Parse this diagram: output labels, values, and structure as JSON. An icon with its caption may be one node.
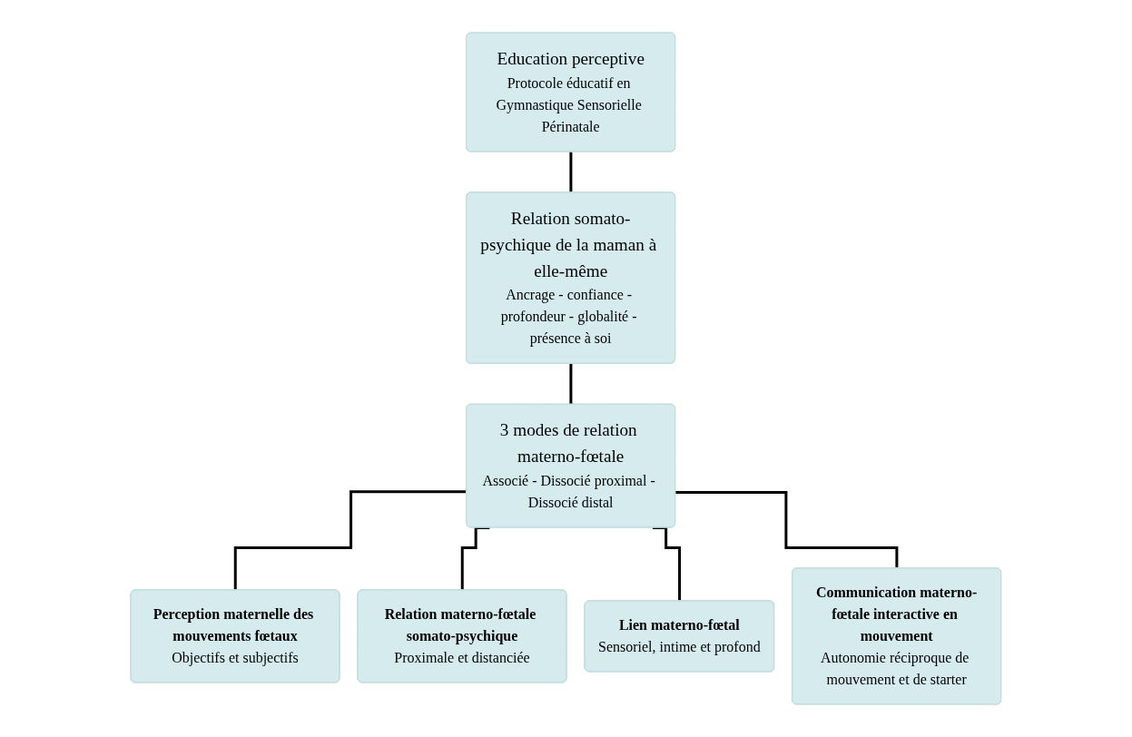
{
  "diagram": {
    "nodes": [
      {
        "text": [
          "Education perceptive",
          "Protocole éducatif en Gymnastique Sensorielle Périnatale"
        ]
      },
      {
        "text": [
          "Relation somato-psychique de la maman à elle-même",
          "Ancrage - confiance - profondeur - globalité - présence à soi"
        ]
      },
      {
        "text": [
          "3 modes de relation materno-fœtale",
          "Associé - Dissocié proximal - Dissocié distal"
        ]
      },
      {
        "text": [
          "Perception maternelle des mouvements fœtaux",
          "Objectifs et subjectifs"
        ]
      },
      {
        "text": [
          "Relation materno-fœtale somato-psychique",
          "Proximale et distanciée"
        ]
      },
      {
        "text": [
          "Lien materno-fœtal",
          "Sensoriel, intime et profond"
        ]
      },
      {
        "text": [
          "Communication materno-fœtale interactive en mouvement",
          "Autonomie réciproque de mouvement et de starter"
        ]
      }
    ],
    "edges": [
      {
        "from": 0,
        "to": 1,
        "arrow": "none"
      },
      {
        "from": 1,
        "to": 2,
        "arrow": "none"
      },
      {
        "from": 2,
        "to": 3,
        "arrow": "none"
      },
      {
        "from": 2,
        "to": 4,
        "arrow": "none"
      },
      {
        "from": 2,
        "to": 5,
        "arrow": "none"
      },
      {
        "from": 2,
        "to": 6,
        "arrow": "none"
      }
    ]
  }
}
